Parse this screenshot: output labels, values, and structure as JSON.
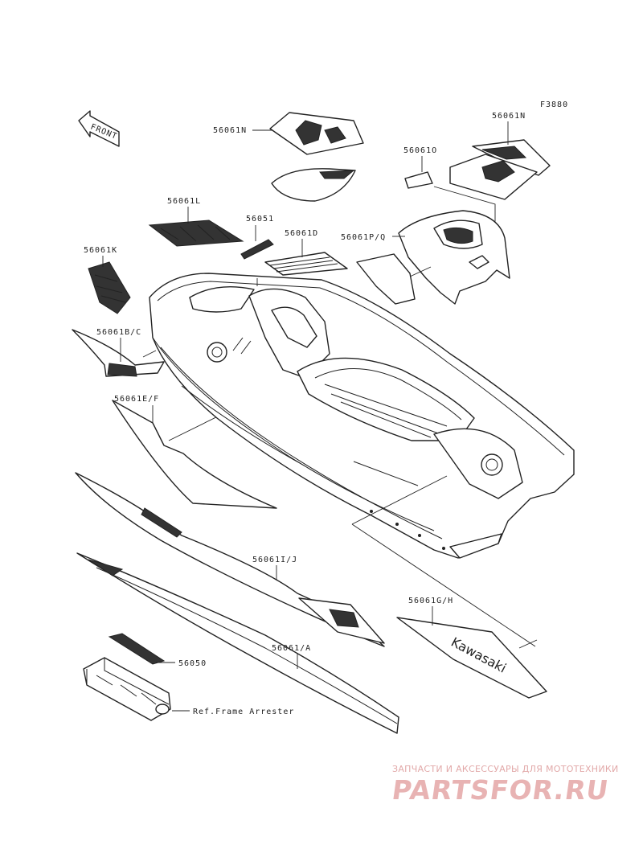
{
  "diagram": {
    "code": "F3880",
    "front_label": "FRONT",
    "parts": {
      "n_top": "56061N",
      "n_right": "56061N",
      "o": "56061O",
      "l": "56061L",
      "p51": "56051",
      "d": "56061D",
      "pq": "56061P/Q",
      "k": "56061K",
      "bc": "56061B/C",
      "ef": "56061E/F",
      "ij": "56061I/J",
      "gh": "56061G/H",
      "a": "56061/A",
      "p50": "56050",
      "ref": "Ref.Frame Arrester"
    },
    "decal_text_kawasaki": "Kawasaki"
  },
  "watermark": {
    "line1": "ЗАПЧАСТИ И АКСЕССУАРЫ ДЛЯ МОТОТЕХНИКИ",
    "logo": "PARTSFOR.RU"
  }
}
